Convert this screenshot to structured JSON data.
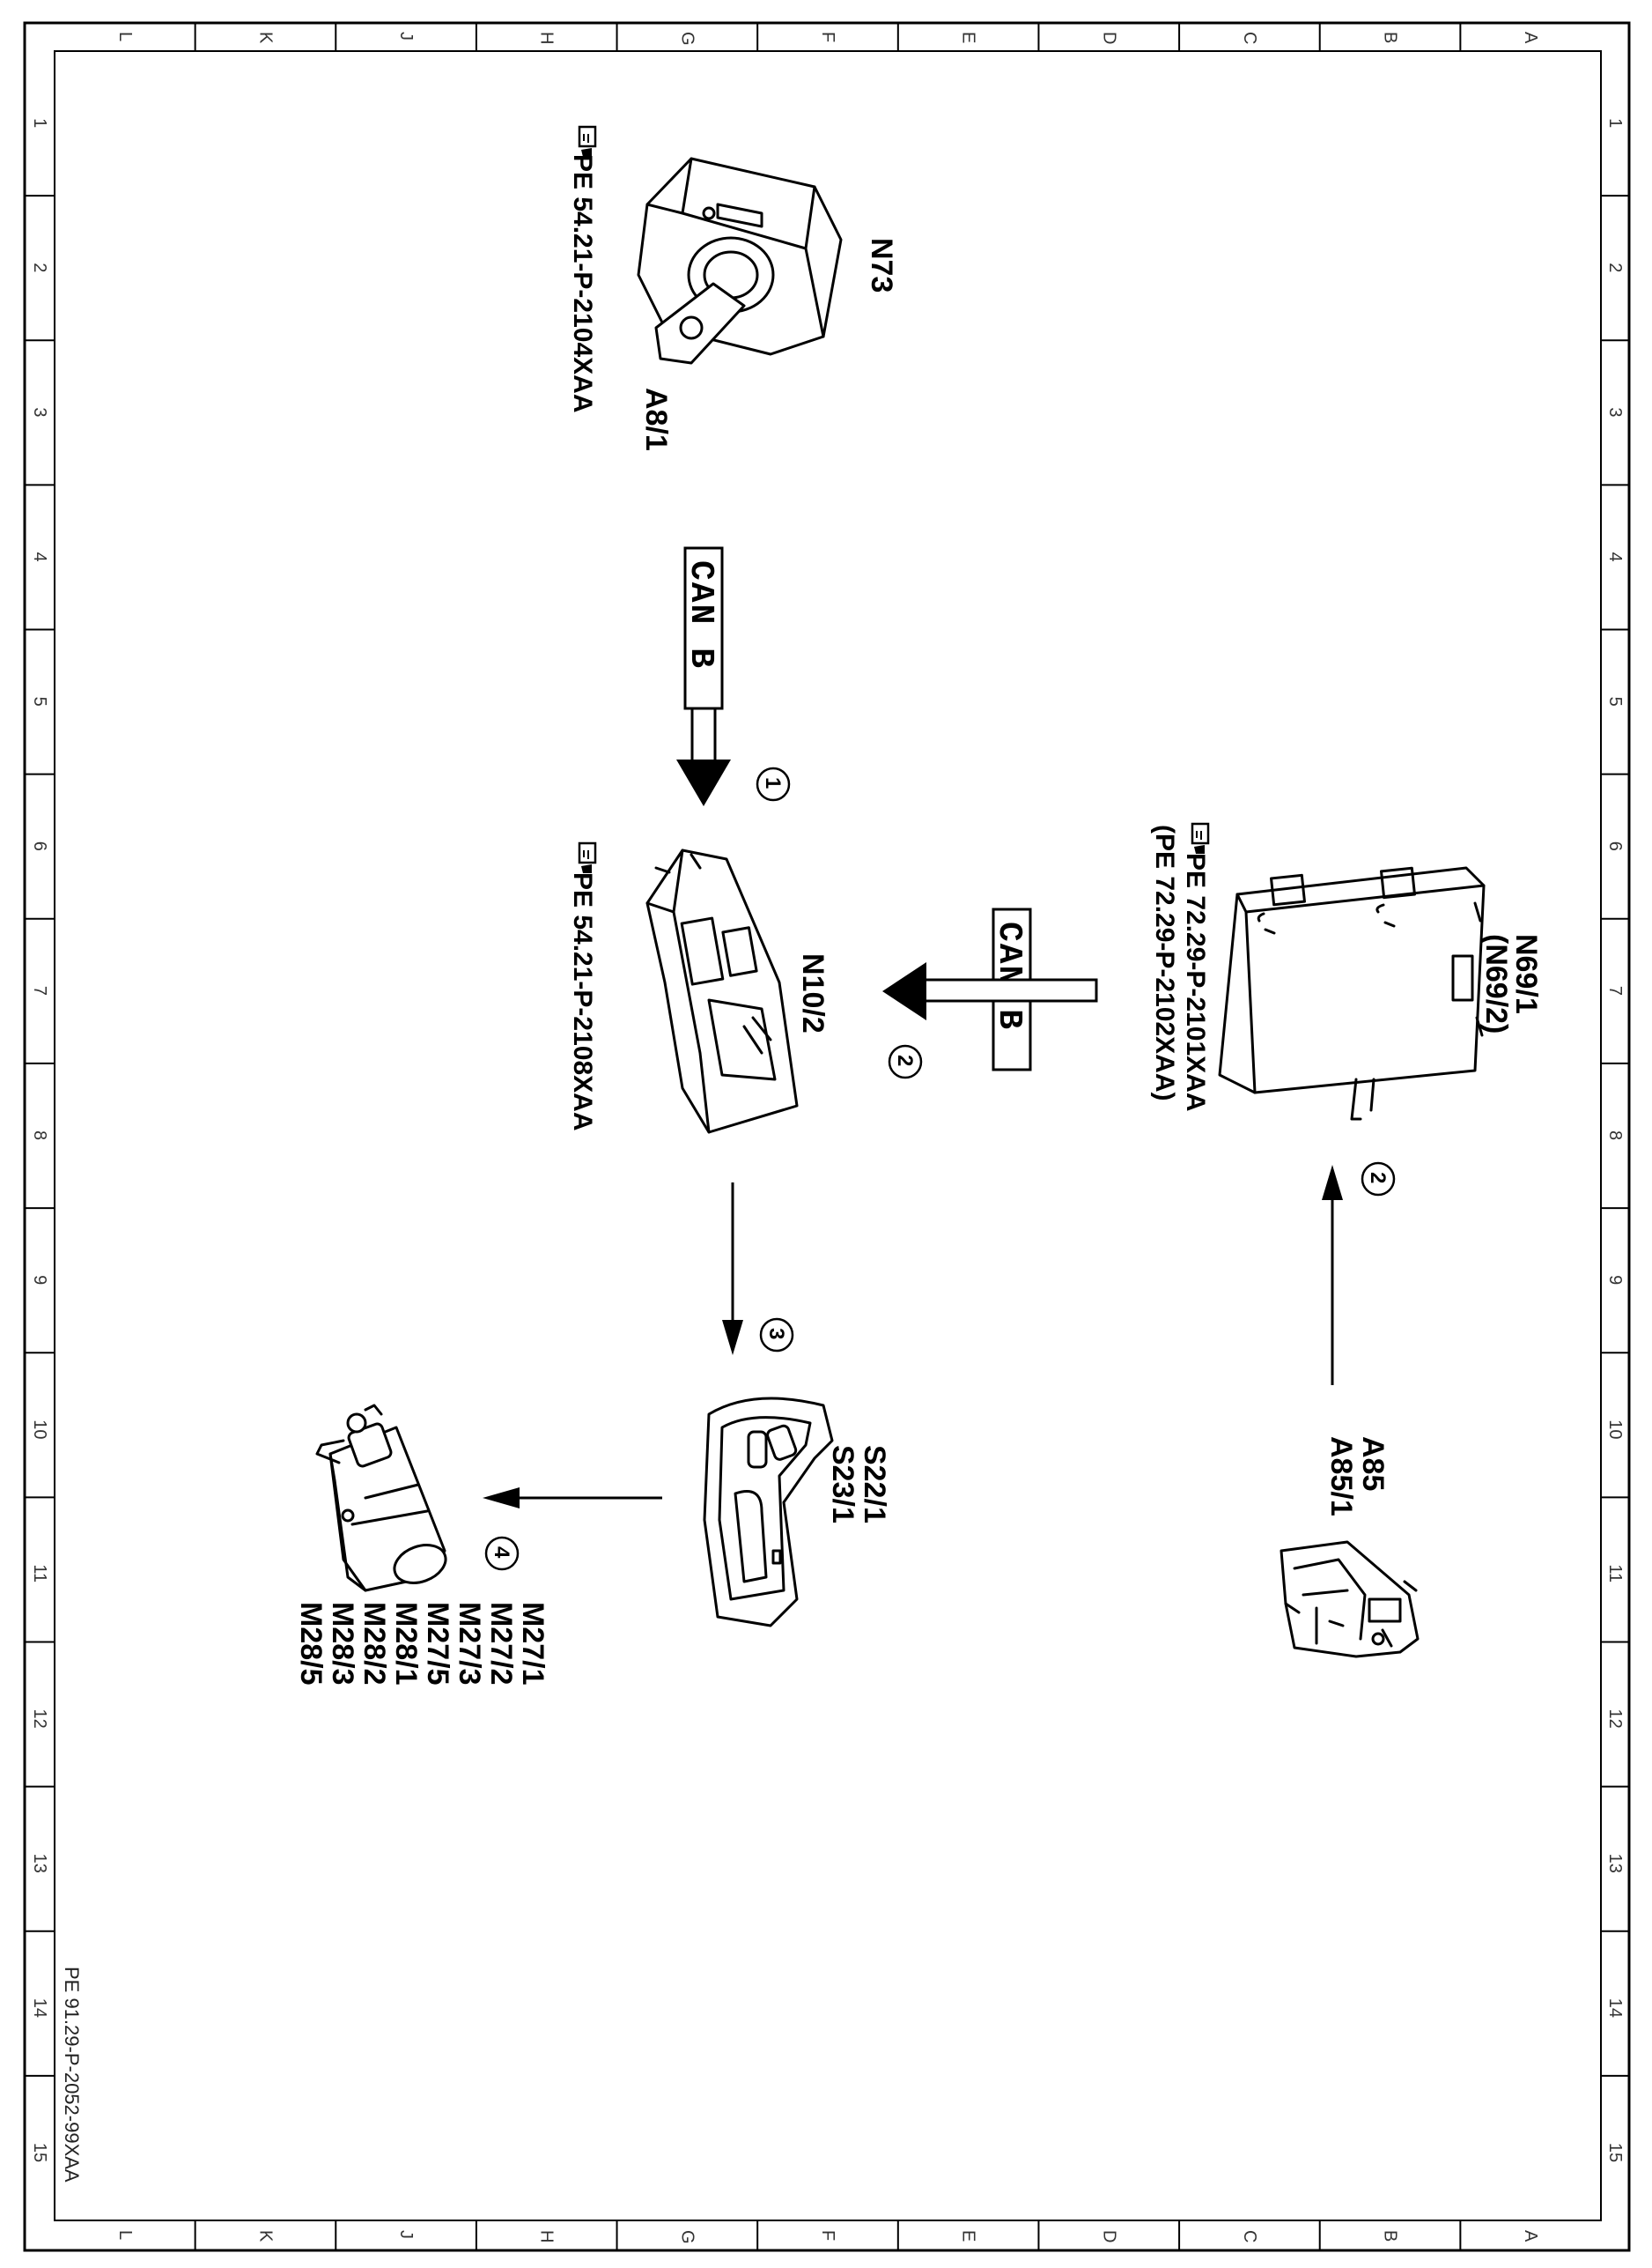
{
  "frame": {
    "column_letters": [
      "L",
      "K",
      "J",
      "H",
      "G",
      "F",
      "E",
      "D",
      "C",
      "B",
      "A"
    ],
    "row_numbers": [
      "1",
      "2",
      "3",
      "4",
      "5",
      "6",
      "7",
      "8",
      "9",
      "10",
      "11",
      "12",
      "13",
      "14",
      "15"
    ]
  },
  "document_number": "PE 91.29-P-2052-99XAA",
  "components": {
    "n73": {
      "label": "N73"
    },
    "a8_1": {
      "label": "A8/1",
      "ref": "PE 54.21-P-2104XAA"
    },
    "n10_2": {
      "label": "N10/2",
      "ref": "PE 54.21-P-2108XAA"
    },
    "n69": {
      "label_line1": "N69/1",
      "label_line2": "(N69/2)",
      "ref1": "PE 72.29-P-2101XAA",
      "ref2": "(PE 72.29-P-2102XAA)"
    },
    "a85": {
      "label_line1": "A85",
      "label_line2": "A85/1"
    },
    "s22": {
      "label_line1": "S22/1",
      "label_line2": "S23/1"
    },
    "motors": {
      "labels": [
        "M27/1",
        "M27/2",
        "M27/3",
        "M27/5",
        "M28/1",
        "M28/2",
        "M28/3",
        "M28/5"
      ]
    }
  },
  "connections": {
    "can_top": {
      "label": "CAN B"
    },
    "can_mid": {
      "label": "CAN B"
    },
    "steps": [
      "1",
      "2",
      "2",
      "3",
      "4"
    ]
  },
  "icons": {
    "reference": "pointing-hand-book-icon"
  }
}
